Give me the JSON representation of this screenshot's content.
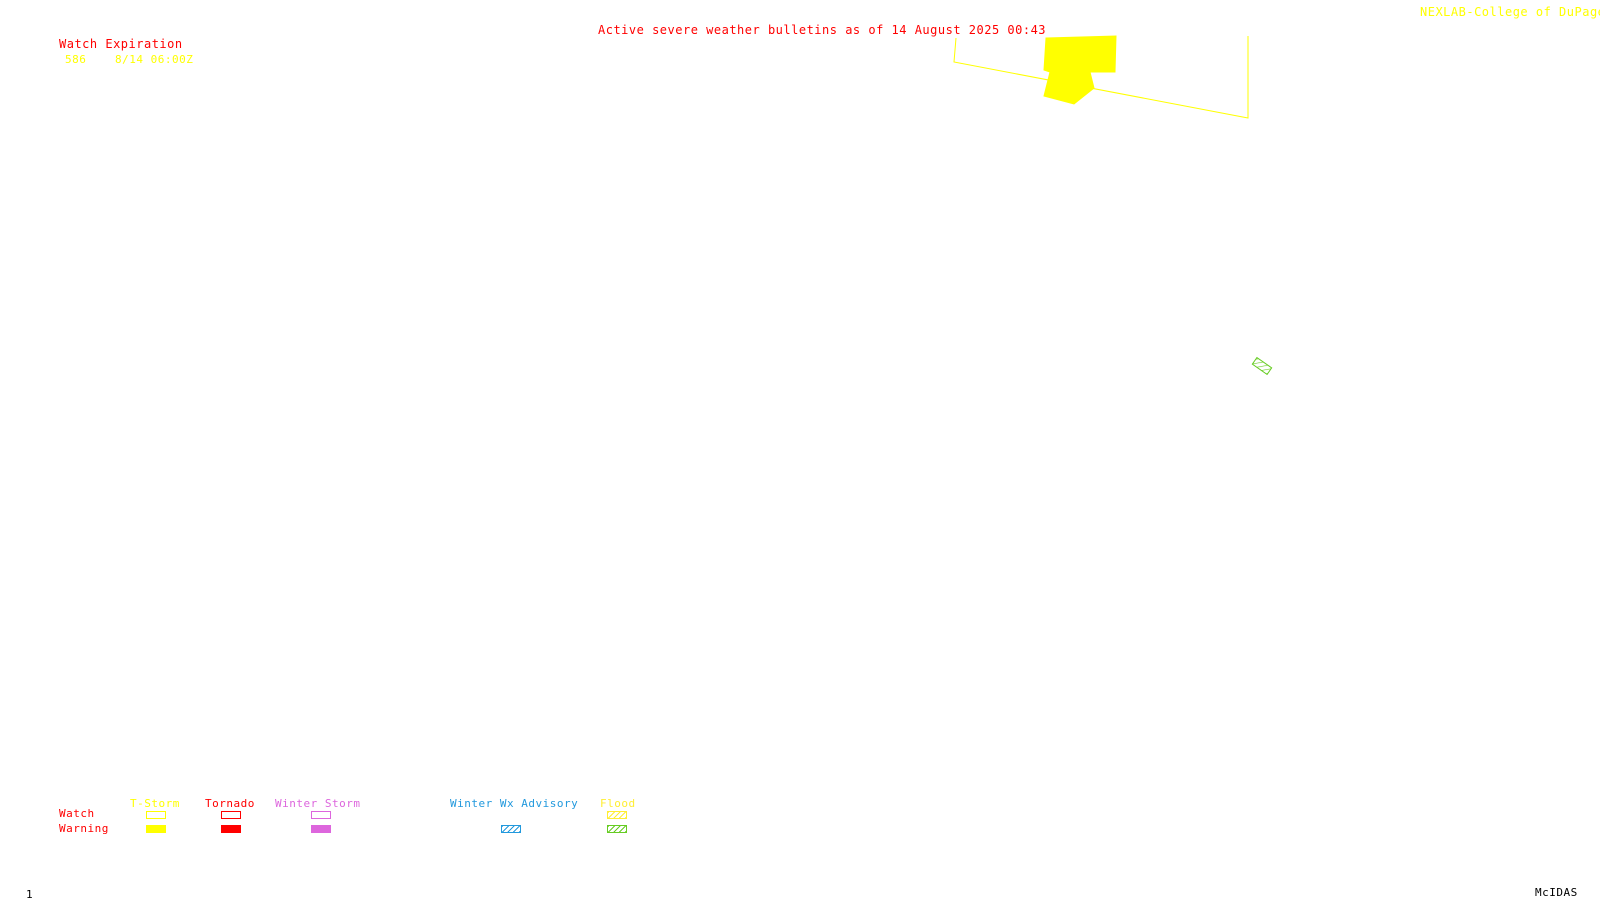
{
  "header": {
    "title": "Active severe weather bulletins as of 14 August 2025 00:43",
    "credit": "NEXLAB-College of DuPage R"
  },
  "watch_table": {
    "heading": "Watch Expiration",
    "rows": [
      {
        "watch_id": "586",
        "expiration": "8/14 06:00Z"
      }
    ]
  },
  "legend": {
    "row_labels": {
      "watch": "Watch",
      "warning": "Warning"
    },
    "categories": [
      {
        "label": "T-Storm",
        "color": "#ffff00",
        "watch_style": "outline",
        "warning_style": "solid"
      },
      {
        "label": "Tornado",
        "color": "#ff0000",
        "watch_style": "outline",
        "warning_style": "solid"
      },
      {
        "label": "Winter Storm",
        "color": "#dd66dd",
        "watch_style": "outline",
        "warning_style": "solid"
      },
      {
        "label": "Winter Wx Advisory",
        "color": "#2299dd",
        "watch_style": "none",
        "warning_style": "hatched"
      },
      {
        "label": "Flood",
        "color": "#ffee33",
        "watch_style": "hatched",
        "warning_style": "hatched",
        "warning_color": "#66cc22"
      }
    ]
  },
  "footer": {
    "frame_number": "1",
    "software": "McIDAS"
  },
  "colors": {
    "title": "#ff0000",
    "credit": "#ffff00",
    "tstorm": "#ffff00",
    "tornado": "#ff0000",
    "winter_storm": "#dd66dd",
    "winter_advisory": "#2299dd",
    "flood_watch": "#ffee33",
    "flood_warning": "#66cc22",
    "footer": "#000000"
  },
  "map_features": {
    "tstorm_watch_outline": "Watch 586",
    "tstorm_warning_area": "T-Storm warning polygons",
    "flood_warning_area": "Flood warning polygon"
  }
}
